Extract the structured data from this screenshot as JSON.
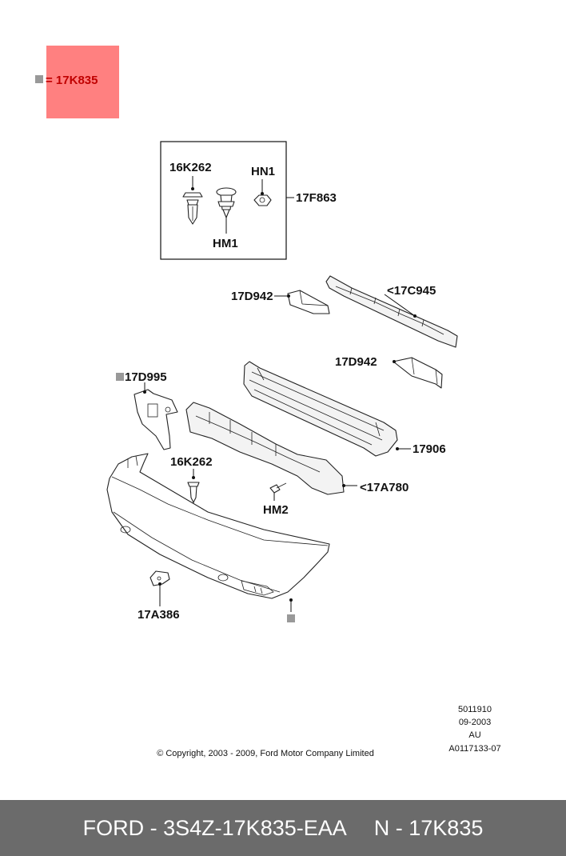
{
  "legend": {
    "symbol_label": "= 17K835"
  },
  "kit": {
    "items": [
      "16K262",
      "HN1",
      "HM1"
    ],
    "label": "17F863"
  },
  "callouts": {
    "c17D942_top": "17D942",
    "c17C945": "<17C945",
    "c17D942_right": "17D942",
    "c17D995": "17D995",
    "c17906": "17906",
    "c16K262": "16K262",
    "c17A780": "<17A780",
    "cHM2": "HM2",
    "c17A386": "17A386"
  },
  "reference": {
    "lines": [
      "5011910",
      "09-2003",
      "AU",
      "A0117133-07"
    ]
  },
  "copyright": "© Copyright, 2003 - 2009, Ford Motor Company Limited",
  "footer": {
    "left": "FORD - 3S4Z-17K835-EAA",
    "right": "N - 17K835"
  },
  "colors": {
    "highlight": "#ff8080",
    "footer_bg": "#6b6b6b",
    "footer_text": "#ffffff",
    "symbol": "#999999"
  }
}
